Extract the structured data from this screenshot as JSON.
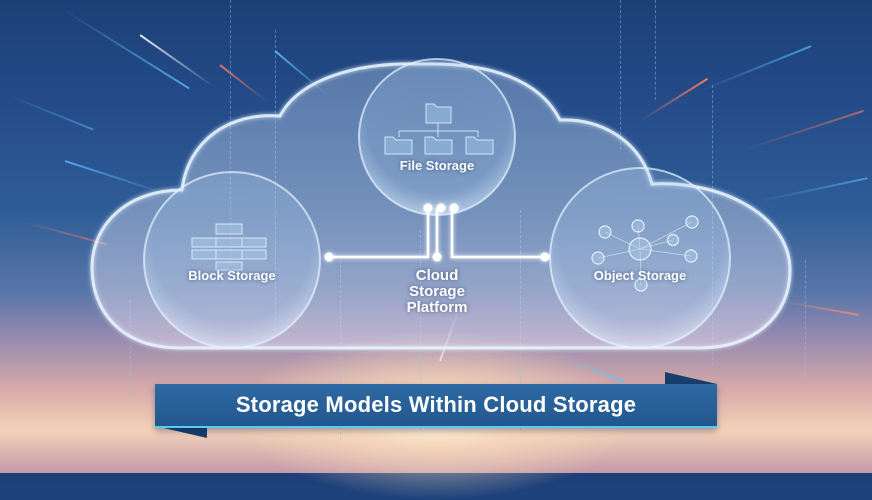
{
  "title": "Storage Models Within Cloud Storage",
  "center": {
    "label_lines": [
      "Cloud",
      "Storage",
      "Platform"
    ]
  },
  "nodes": [
    {
      "id": "file",
      "label": "File Storage",
      "icon": "folder-hierarchy-icon"
    },
    {
      "id": "block",
      "label": "Block Storage",
      "icon": "stacked-blocks-icon"
    },
    {
      "id": "object",
      "label": "Object Storage",
      "icon": "object-network-icon"
    }
  ],
  "colors": {
    "sky_top": "#1d3f78",
    "sky_mid": "#2f5d97",
    "horizon": "#f3d2b8",
    "banner": "#2a6299",
    "banner_fold": "#183f6c",
    "glow_line": "#ffffff",
    "accent_streak_red": "#ff7a6a",
    "accent_streak_blue": "#5cc8f5"
  }
}
